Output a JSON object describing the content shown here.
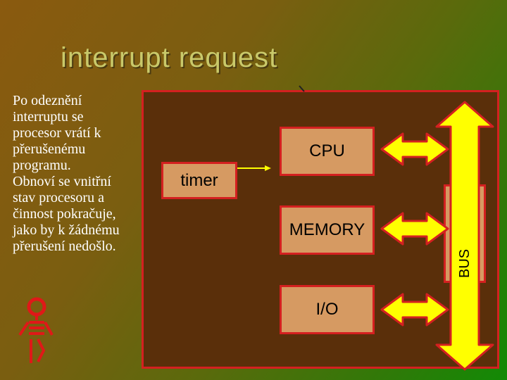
{
  "slide": {
    "title": "interrupt request",
    "body": "Po odeznění\ninterruptu se\nprocesor vrátí k\npřerušenému\nprogramu.\nObnoví se vnitřní\nstav procesoru a\nčinnost pokračuje,\njako by k žádnému\npřerušení nedošlo."
  },
  "diagram": {
    "timer_label": "timer",
    "cpu_label": "CPU",
    "memory_label": "MEMORY",
    "io_label": "I/O",
    "bus_label": "BUS"
  },
  "colors": {
    "panel_fill": "#5a2f0a",
    "box_fill": "#d69a62",
    "border": "#d42020",
    "arrow_fill": "#ffff00",
    "title_text": "#c9c96a"
  },
  "icons": {
    "figure": "stick-figure-icon"
  }
}
